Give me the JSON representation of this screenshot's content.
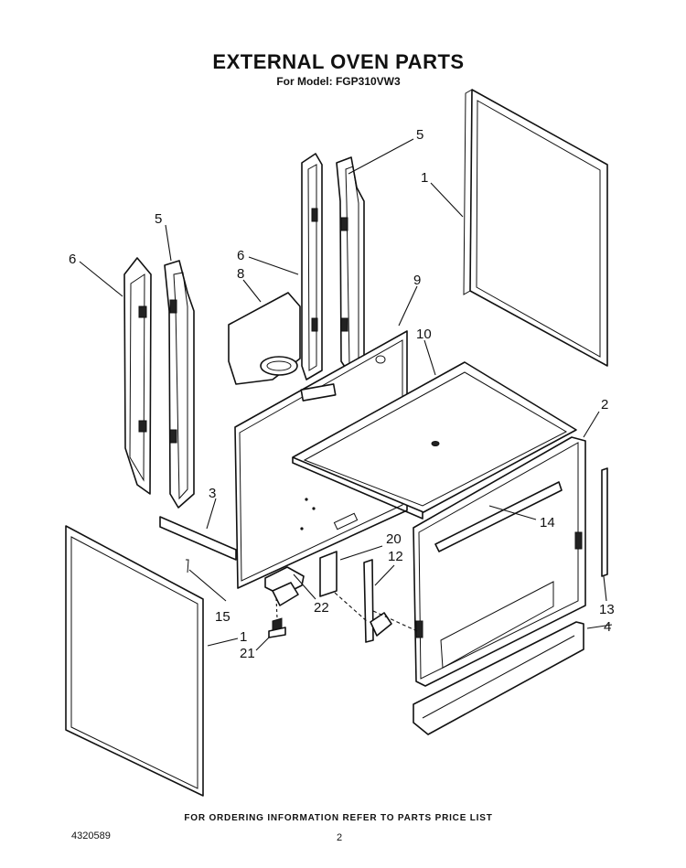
{
  "title": "EXTERNAL OVEN PARTS",
  "subtitle": "For Model: FGP310VW3",
  "footer_note": "FOR ORDERING INFORMATION REFER TO PARTS PRICE LIST",
  "doc_number": "4320589",
  "page_number": "2",
  "callouts": {
    "c1_top": "1",
    "c1_bottom": "1",
    "c2": "2",
    "c3": "3",
    "c4": "4",
    "c5_top": "5",
    "c5_left": "5",
    "c6_left": "6",
    "c6_mid": "6",
    "c8": "8",
    "c9": "9",
    "c10": "10",
    "c12": "12",
    "c13": "13",
    "c14": "14",
    "c15": "15",
    "c20": "20",
    "c21": "21",
    "c22": "22"
  }
}
